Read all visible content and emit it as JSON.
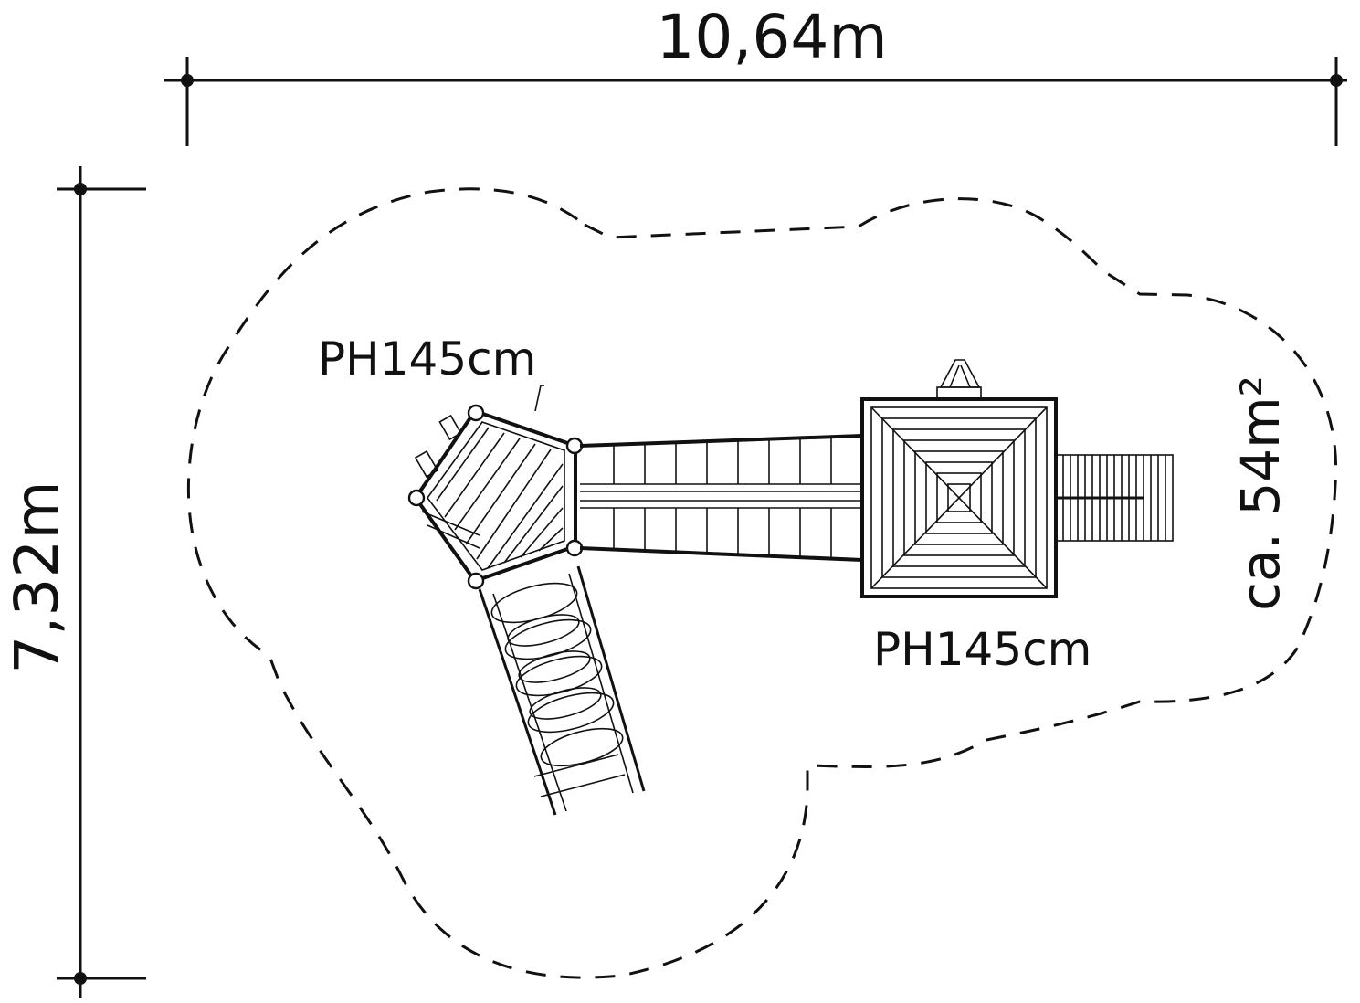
{
  "dimensions": {
    "width_label": "10,64m",
    "depth_label": "7,32m"
  },
  "platform_heights": {
    "left_tower": "PH145cm",
    "right_tower": "PH145cm"
  },
  "area": {
    "label": "ca. 54m²"
  },
  "colors": {
    "ink": "#111111",
    "background": "#ffffff"
  }
}
